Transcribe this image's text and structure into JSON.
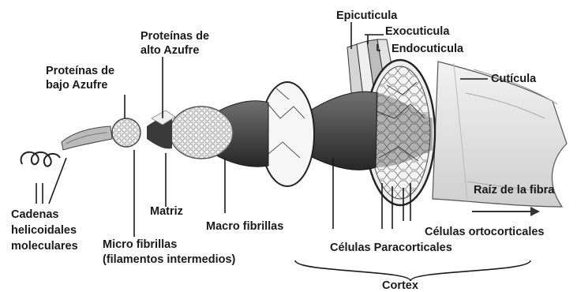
{
  "labels": {
    "epicuticula": "Epicuticula",
    "exocuticula": "Exocuticula",
    "endocuticula": "Endocuticula",
    "cuticula": "Cutícula",
    "proteinas_alto_1": "Proteínas de",
    "proteinas_alto_2": "alto Azufre",
    "proteinas_bajo_1": "Proteínas de",
    "proteinas_bajo_2": "bajo Azufre",
    "raiz": "Raíz de la fibra",
    "cadenas_1": "Cadenas",
    "cadenas_2": "helicoidales",
    "cadenas_3": "moleculares",
    "matriz": "Matriz",
    "micro_1": "Micro fibrillas",
    "micro_2": "(filamentos intermedios)",
    "macro": "Macro fibrillas",
    "celulas_orto": "Células ortocorticales",
    "celulas_para": "Células Paracorticales",
    "cortex": "Cortex"
  }
}
